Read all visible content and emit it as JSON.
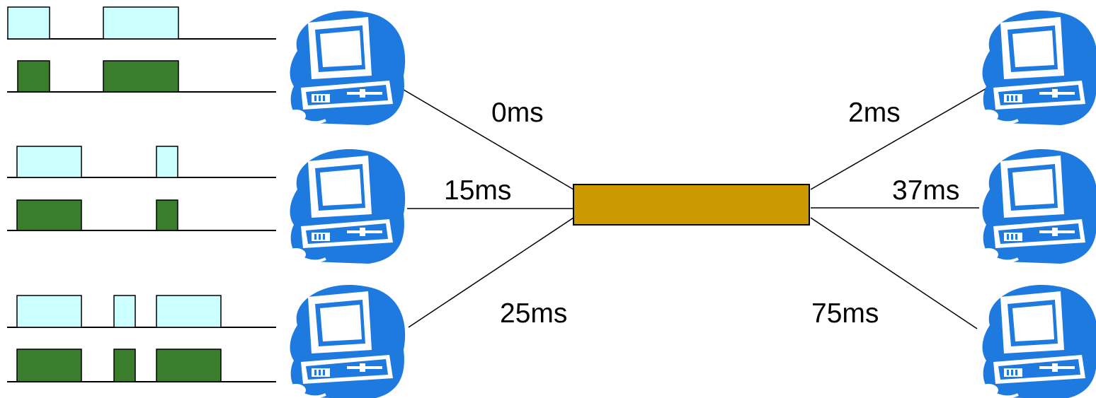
{
  "colors": {
    "hub_fill": "#cc9900",
    "light_block": "#ccffff",
    "dark_block": "#3a7d2c",
    "computer_blue": "#1f7ae0",
    "line": "#000000"
  },
  "icon": "desktop-computer-icon",
  "links": {
    "left_top": {
      "label": "0ms"
    },
    "left_middle": {
      "label": "15ms"
    },
    "left_bottom": {
      "label": "25ms"
    },
    "right_top": {
      "label": "2ms"
    },
    "right_middle": {
      "label": "37ms"
    },
    "right_bottom": {
      "label": "75ms"
    }
  }
}
